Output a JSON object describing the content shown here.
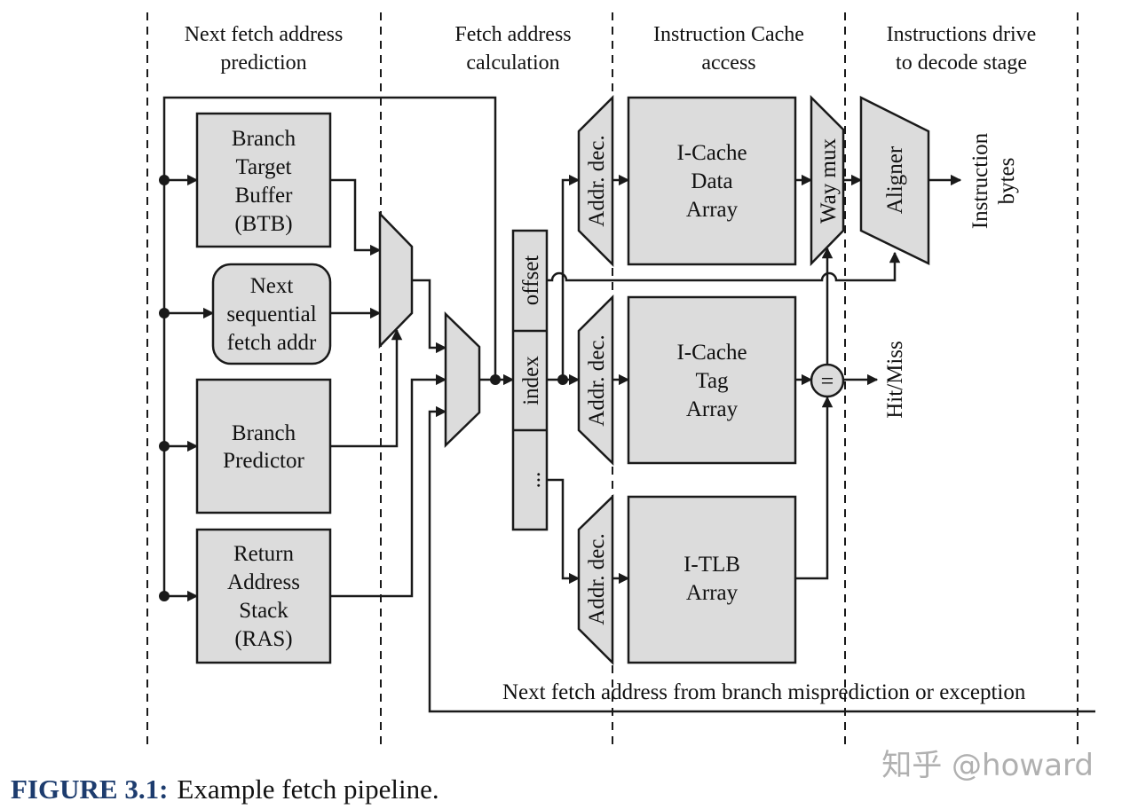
{
  "stages": [
    {
      "line1": "Next fetch address",
      "line2": "prediction"
    },
    {
      "line1": "Fetch address",
      "line2": "calculation"
    },
    {
      "line1": "Instruction Cache",
      "line2": "access"
    },
    {
      "line1": "Instructions drive",
      "line2": "to decode stage"
    }
  ],
  "blocks": {
    "btb": [
      "Branch",
      "Target",
      "Buffer",
      "(BTB)"
    ],
    "nsfa": [
      "Next",
      "sequential",
      "fetch addr"
    ],
    "bp": [
      "Branch",
      "Predictor"
    ],
    "ras": [
      "Return",
      "Address",
      "Stack",
      "(RAS)"
    ],
    "icache_data": [
      "I-Cache",
      "Data",
      "Array"
    ],
    "icache_tag": [
      "I-Cache",
      "Tag",
      "Array"
    ],
    "itlb": [
      "I-TLB",
      "Array"
    ]
  },
  "labels": {
    "offset": "offset",
    "index": "index",
    "ellipsis": "...",
    "addr_dec": "Addr. dec.",
    "way_mux": "Way mux",
    "aligner": "Aligner",
    "comparator": "=",
    "instruction": "Instruction",
    "bytes": "bytes",
    "hit_miss": "Hit/Miss",
    "mispredict_path": "Next fetch address from branch misprediction or exception"
  },
  "caption": {
    "number": "FIGURE 3.1:",
    "text": "Example fetch pipeline."
  },
  "watermark": "知乎 @howard"
}
